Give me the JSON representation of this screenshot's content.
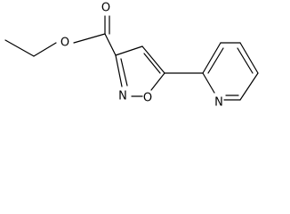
{
  "molecule": {
    "atoms": [
      {
        "id": "o_carbonyl",
        "symbol": "O"
      },
      {
        "id": "o_ester",
        "symbol": "O"
      },
      {
        "id": "n_isoxazole",
        "symbol": "N"
      },
      {
        "id": "o_isoxazole",
        "symbol": "O"
      },
      {
        "id": "n_pyridine",
        "symbol": "N"
      }
    ]
  },
  "colors": {
    "bond": "#000000",
    "label": "#000000",
    "background": "#ffffff"
  }
}
